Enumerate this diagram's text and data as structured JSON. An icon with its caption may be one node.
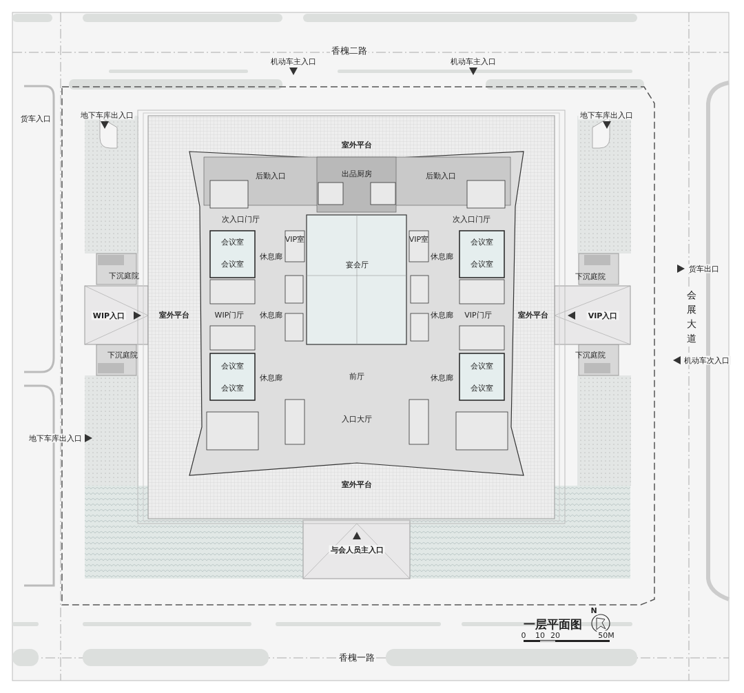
{
  "diagram": {
    "title": "一层平面图",
    "labels": [
      "香槐二路",
      "机动车主入口",
      "机动车主入口",
      "货车入口",
      "地下车库出入口",
      "地下车库出入口",
      "室外平台",
      "后勤入口",
      "出品厨房",
      "后勤入口",
      "次入口门厅",
      "次入口门厅",
      "会议室",
      "VIP室",
      "VIP室",
      "会议室",
      "休息廊",
      "休息廊",
      "会议室",
      "宴会厅",
      "会议室",
      "货车出口",
      "下沉庭院",
      "下沉庭院",
      "会展大道",
      "WIP入口",
      "室外平台",
      "WIP门厅",
      "休息廊",
      "休息廊",
      "VIP门厅",
      "室外平台",
      "VIP入口",
      "下沉庭院",
      "下沉庭院",
      "机动车次入口",
      "会议室",
      "休息廊",
      "前厅",
      "休息廊",
      "会议室",
      "会议室",
      "会议室",
      "入口大厅",
      "地下车库出入口",
      "室外平台",
      "与会人员主入口",
      "香槐一路",
      "N",
      "0",
      "10",
      "20",
      "50M"
    ]
  }
}
